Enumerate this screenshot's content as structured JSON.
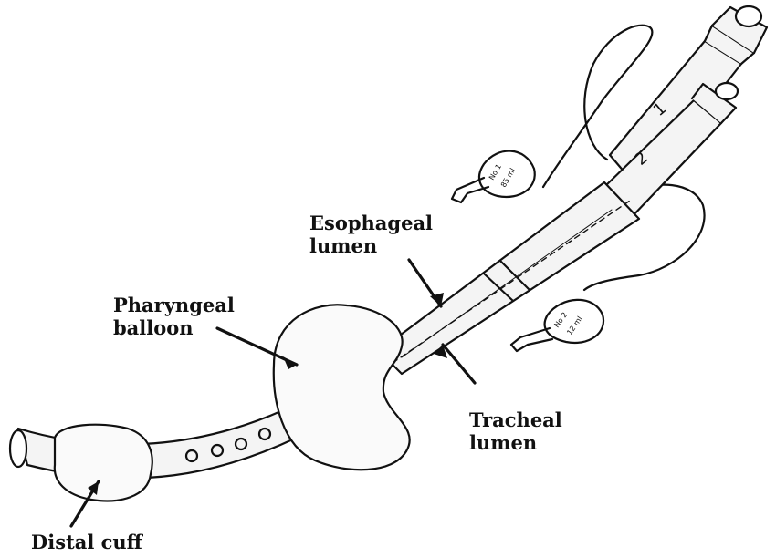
{
  "diagram": {
    "labels": {
      "esophageal": [
        "Esophageal",
        "lumen"
      ],
      "pharyngeal": [
        "Pharyngeal",
        "balloon"
      ],
      "tracheal": [
        "Tracheal",
        "lumen"
      ],
      "distal": [
        "Distal cuff"
      ]
    },
    "markings": {
      "lumen_1": "1",
      "lumen_2": "2",
      "pilot_1": [
        "No 1",
        "85 ml"
      ],
      "pilot_2": [
        "No 2",
        "12 ml"
      ]
    },
    "colors": {
      "ink": "#111111",
      "tube_fill": "#f4f4f4",
      "balloon_fill": "#fafafa"
    }
  }
}
